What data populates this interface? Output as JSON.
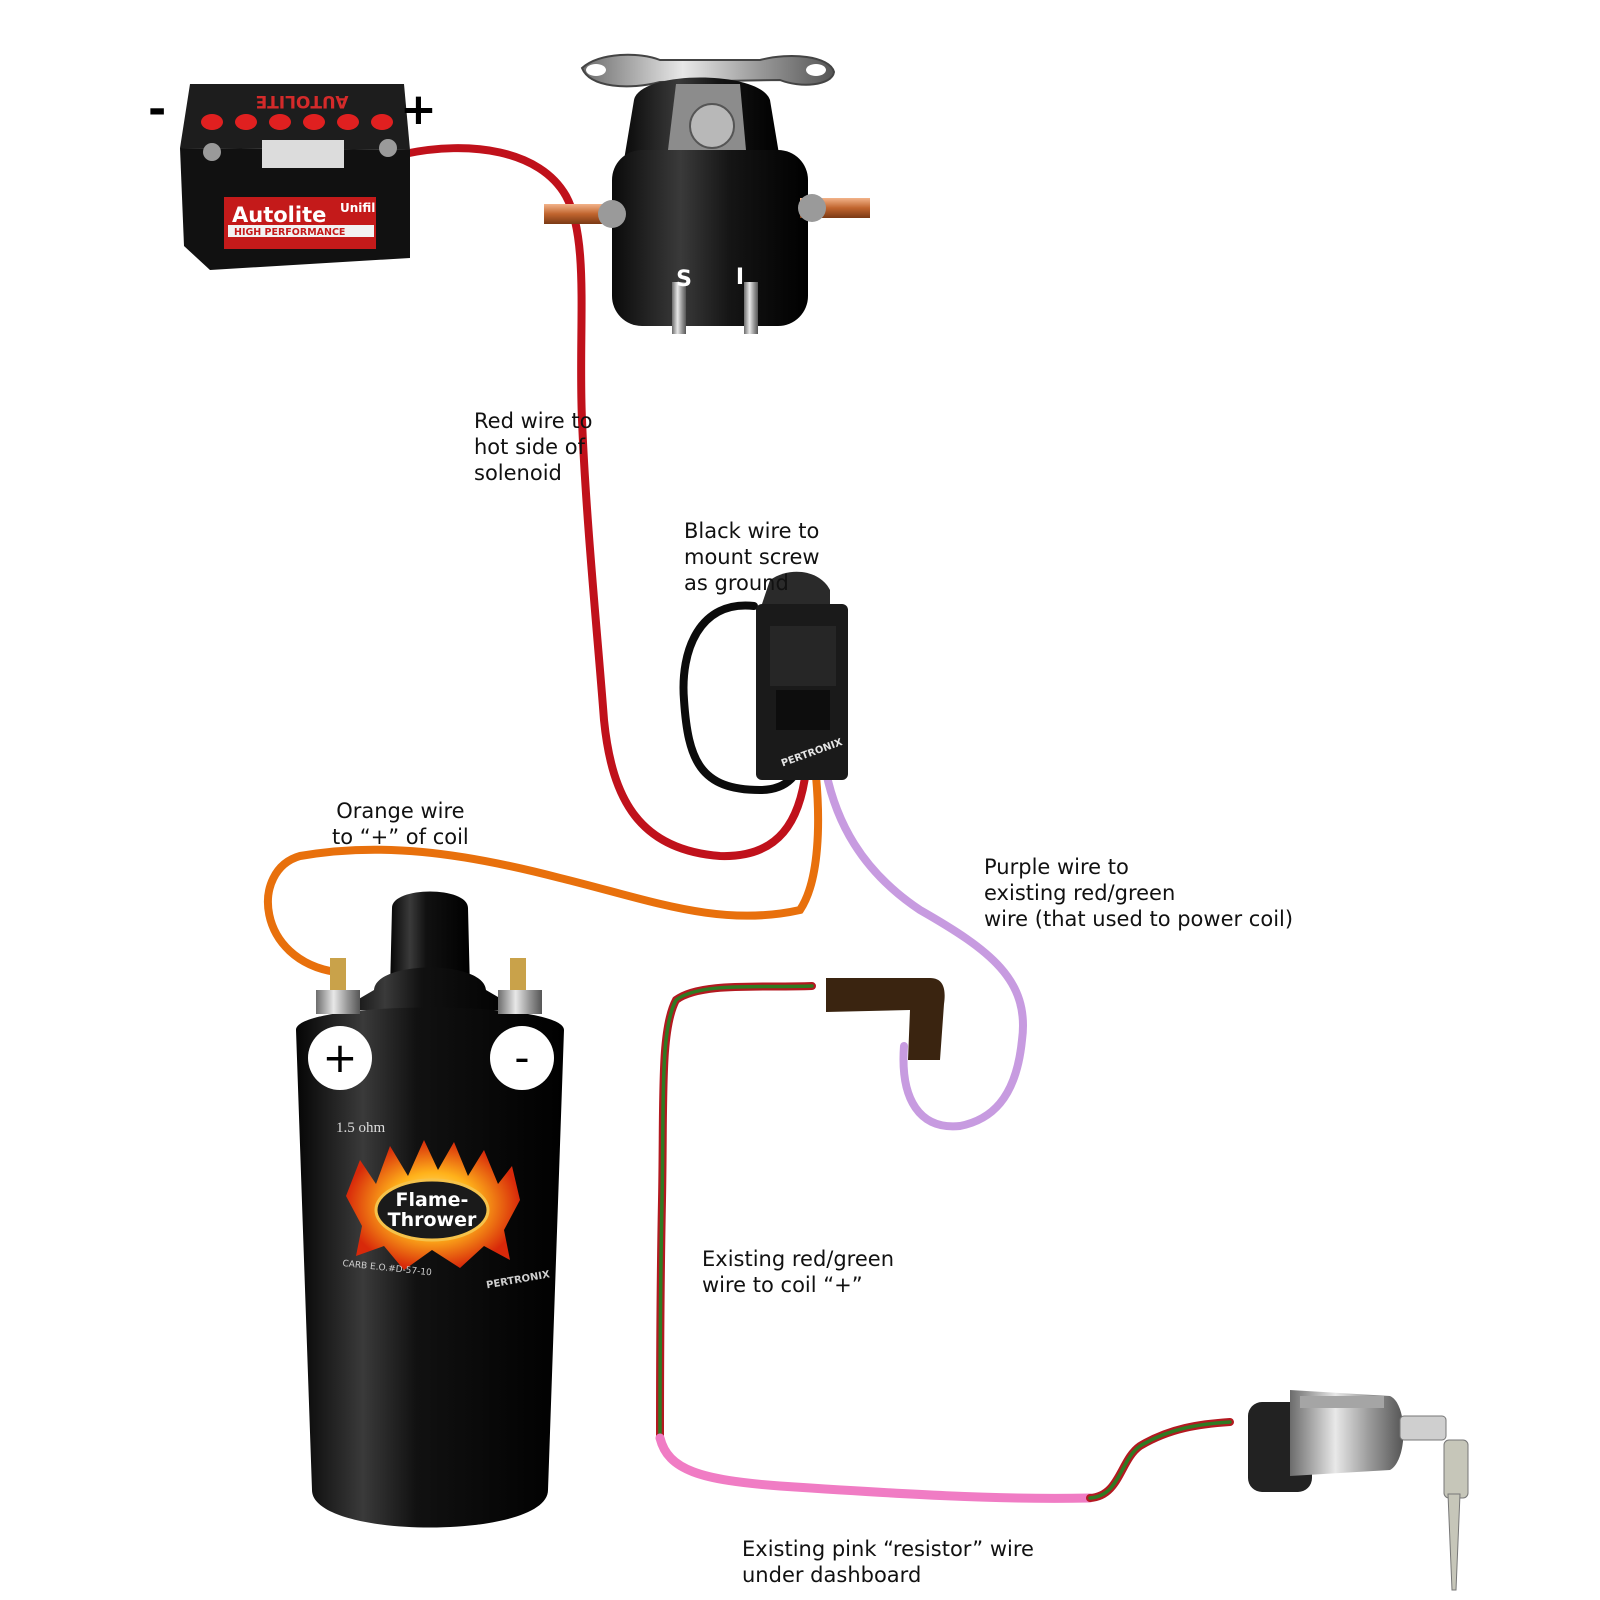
{
  "battery": {
    "brand": "Autolite",
    "sub_brand": "Unifil",
    "line": "HIGH PERFORMANCE",
    "top_label": "AUTOLITE",
    "minus_sign": "-",
    "plus_sign": "+"
  },
  "solenoid": {
    "terminal_s": "S",
    "terminal_i": "I"
  },
  "module": {
    "brand": "PERTRONIX"
  },
  "coil": {
    "plus_sign": "+",
    "minus_sign": "-",
    "ohm": "1.5 ohm",
    "brand_line1": "Flame-",
    "brand_line2": "Thrower",
    "part_no": "CARB E.O.#D-57-10",
    "maker": "PERTRONIX"
  },
  "labels": {
    "red_wire": [
      "Red wire to",
      "hot side of",
      "solenoid"
    ],
    "black_wire": [
      "Black wire to",
      "mount screw",
      "as ground"
    ],
    "orange_wire": [
      "Orange wire",
      "to “+” of coil"
    ],
    "purple_wire": [
      "Purple wire to",
      "existing red/green",
      "wire (that used to power coil)"
    ],
    "red_green_wire": [
      "Existing red/green",
      "wire to coil “+”"
    ],
    "pink_wire": [
      "Existing pink “resistor” wire",
      "under dashboard"
    ]
  },
  "colors": {
    "red_wire": "#c0111b",
    "black_wire": "#0b0b0b",
    "orange_wire": "#e8700c",
    "purple_wire": "#c79be0",
    "green_wire": "#2f7a22",
    "pink_wire": "#f07cc4",
    "connector": "#3a2410",
    "battery_label": "#c41a1a"
  }
}
